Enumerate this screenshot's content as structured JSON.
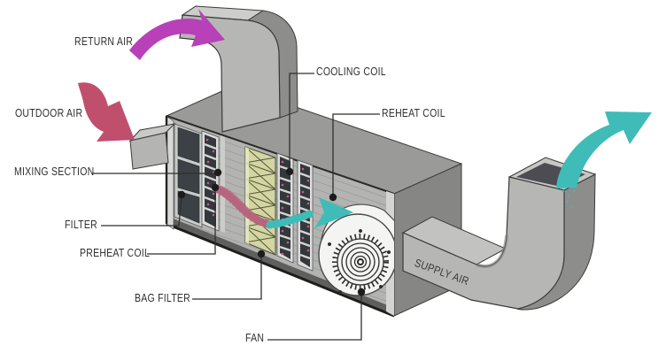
{
  "diagram": {
    "type": "hvac-air-handling-unit-diagram",
    "labels": {
      "return_air": "RETURN AIR",
      "outdoor_air": "OUTDOOR AIR",
      "mixing_section": "MIXING SECTION",
      "filter": "FILTER",
      "preheat_coil": "PREHEAT COIL",
      "bag_filter": "BAG FILTER",
      "cooling_coil": "COOLING COIL",
      "reheat_coil": "REHEAT COIL",
      "fan": "FAN",
      "supply_air": "SUPPLY AIR"
    },
    "colors": {
      "return_air_arrow": "#b840b8",
      "outdoor_air_arrow": "#c04f6e",
      "supply_air_arrow": "#3fbcb7",
      "flow_pink": "#b7647f",
      "flow_teal": "#3fbcb7",
      "bag_filter": "#d3d6a2",
      "coil_dot": "#c45a92",
      "duct_front": "#b6b6b4",
      "duct_top": "#cdcdcb",
      "duct_side": "#8d8d8b",
      "label_text": "#2f2f2f"
    }
  }
}
